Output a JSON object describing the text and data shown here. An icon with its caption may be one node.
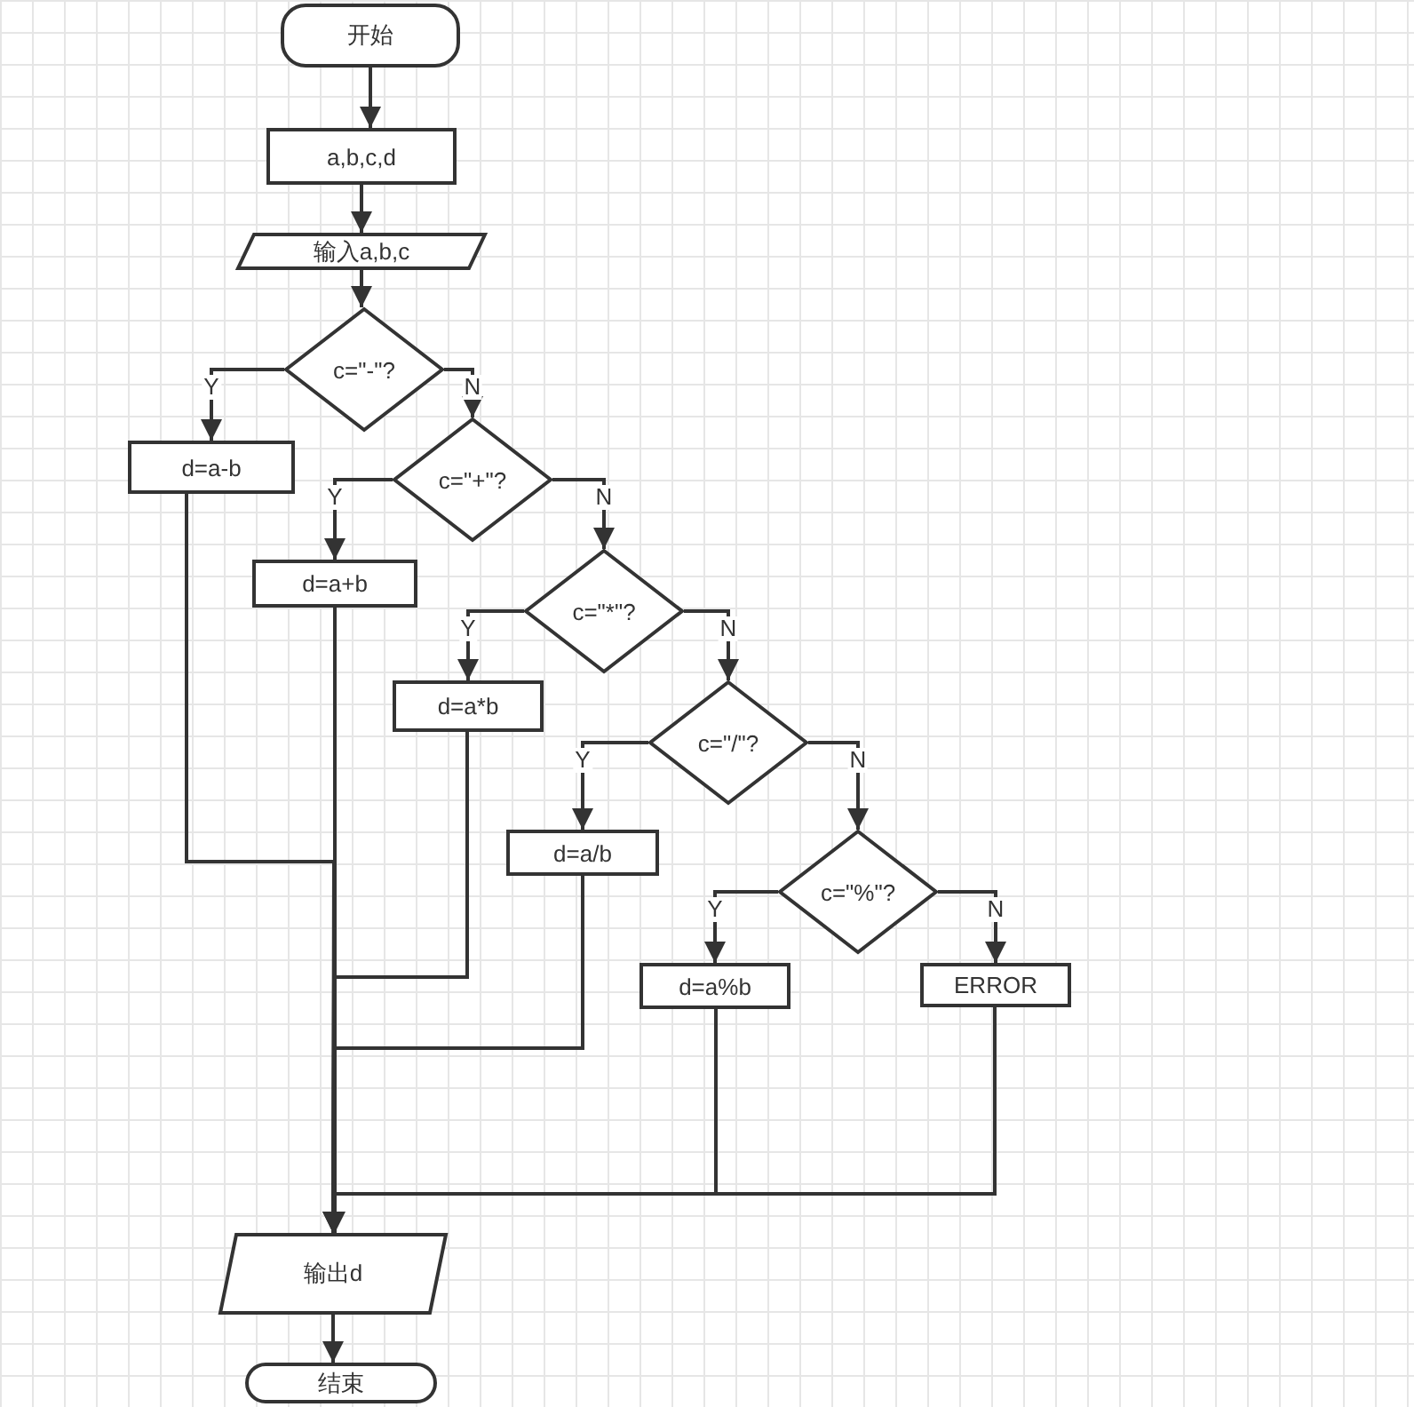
{
  "diagram": {
    "nodes": [
      {
        "text": [
          "开始"
        ]
      },
      {
        "text": [
          "a,b,c,d"
        ]
      },
      {
        "text": [
          "输入a,b,c"
        ]
      },
      {
        "text": [
          "c=\"-\"?"
        ]
      },
      {
        "text": [
          "d=a-b"
        ]
      },
      {
        "text": [
          "c=\"+\"?"
        ]
      },
      {
        "text": [
          "d=a+b"
        ]
      },
      {
        "text": [
          "c=\"*\"?"
        ]
      },
      {
        "text": [
          "d=a*b"
        ]
      },
      {
        "text": [
          "c=\"/\"?"
        ]
      },
      {
        "text": [
          "d=a/b"
        ]
      },
      {
        "text": [
          "c=\"%\"?"
        ]
      },
      {
        "text": [
          "d=a%b"
        ]
      },
      {
        "text": [
          "ERROR"
        ]
      },
      {
        "text": [
          "输出d"
        ]
      },
      {
        "text": [
          "结束"
        ]
      }
    ],
    "edges": [
      {
        "from": 0,
        "to": 1,
        "arrow": "to"
      },
      {
        "from": 1,
        "to": 2,
        "arrow": "to"
      },
      {
        "from": 2,
        "to": 3,
        "arrow": "to"
      },
      {
        "from": 3,
        "to": 4,
        "arrow": "to",
        "label": "Y"
      },
      {
        "from": 3,
        "to": 5,
        "arrow": "to",
        "label": "N"
      },
      {
        "from": 5,
        "to": 6,
        "arrow": "to",
        "label": "Y"
      },
      {
        "from": 5,
        "to": 7,
        "arrow": "to",
        "label": "N"
      },
      {
        "from": 7,
        "to": 8,
        "arrow": "to",
        "label": "Y"
      },
      {
        "from": 7,
        "to": 9,
        "arrow": "to",
        "label": "N"
      },
      {
        "from": 9,
        "to": 10,
        "arrow": "to",
        "label": "Y"
      },
      {
        "from": 9,
        "to": 11,
        "arrow": "to",
        "label": "N"
      },
      {
        "from": 11,
        "to": 12,
        "arrow": "to",
        "label": "Y"
      },
      {
        "from": 11,
        "to": 13,
        "arrow": "to",
        "label": "N"
      },
      {
        "from": 4,
        "to": 14,
        "arrow": "to"
      },
      {
        "from": 6,
        "to": 14,
        "arrow": "to"
      },
      {
        "from": 8,
        "to": 14,
        "arrow": "to"
      },
      {
        "from": 10,
        "to": 14,
        "arrow": "to"
      },
      {
        "from": 12,
        "to": 14,
        "arrow": "to"
      },
      {
        "from": 13,
        "to": 14,
        "arrow": "to"
      },
      {
        "from": 14,
        "to": 15,
        "arrow": "to"
      }
    ]
  }
}
